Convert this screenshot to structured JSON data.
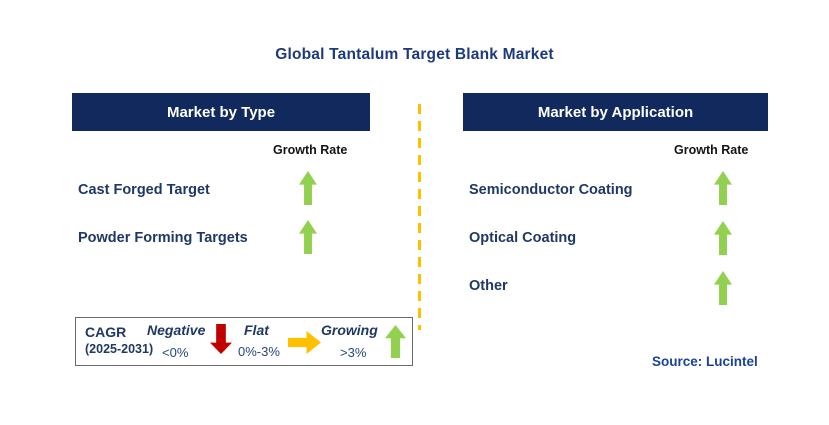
{
  "title": "Global Tantalum Target Blank Market",
  "colors": {
    "header_navy": "#12295e",
    "text_navy": "#1f3864",
    "growing_green": "#92d050",
    "negative_red": "#c00000",
    "flat_yellow": "#ffc000",
    "divider_yellow": "#ffc000",
    "source_blue": "#1b4298"
  },
  "panels": {
    "type": {
      "header": "Market by Type",
      "growth_rate_label": "Growth Rate",
      "items": [
        {
          "label": "Cast Forged Target",
          "growth": "Growing",
          "arrow": "up-arrow-icon"
        },
        {
          "label": "Powder Forming Targets",
          "growth": "Growing",
          "arrow": "up-arrow-icon"
        }
      ]
    },
    "application": {
      "header": "Market by Application",
      "growth_rate_label": "Growth Rate",
      "items": [
        {
          "label": "Semiconductor Coating",
          "growth": "Growing",
          "arrow": "up-arrow-icon"
        },
        {
          "label": "Optical Coating",
          "growth": "Growing",
          "arrow": "up-arrow-icon"
        },
        {
          "label": "Other",
          "growth": "Growing",
          "arrow": "up-arrow-icon"
        }
      ]
    }
  },
  "legend": {
    "cagr_label": "CAGR",
    "cagr_period": "(2025-2031)",
    "entries": [
      {
        "label": "Negative",
        "range": "<0%",
        "direction": "down",
        "icon": "down-arrow-icon",
        "color": "#c00000"
      },
      {
        "label": "Flat",
        "range": "0%-3%",
        "direction": "right",
        "icon": "right-arrow-icon",
        "color": "#ffc000"
      },
      {
        "label": "Growing",
        "range": ">3%",
        "direction": "up",
        "icon": "up-arrow-icon",
        "color": "#92d050"
      }
    ]
  },
  "source": "Source: Lucintel"
}
